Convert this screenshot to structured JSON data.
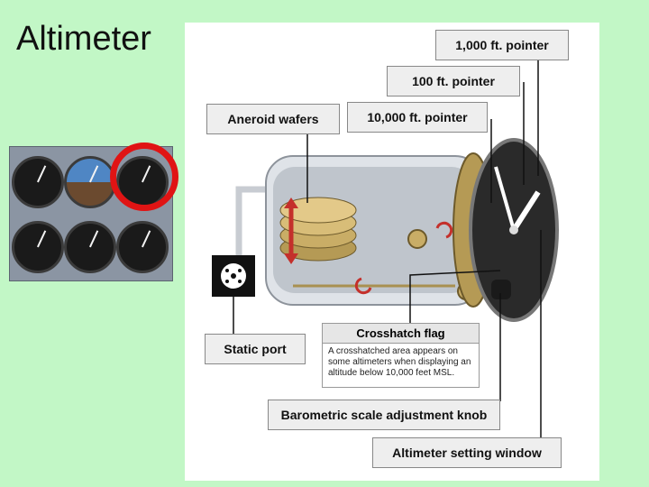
{
  "slide": {
    "title": "Altimeter"
  },
  "labels": {
    "thousand_pointer": "1,000 ft. pointer",
    "hundred_pointer": "100 ft. pointer",
    "ten_thousand_pointer": "10,000 ft. pointer",
    "aneroid_wafers": "Aneroid wafers",
    "static_port": "Static port",
    "crosshatch_flag": "Crosshatch flag",
    "crosshatch_note": "A crosshatched area appears on some altimeters when displaying an altitude below 10,000 feet MSL.",
    "baro_knob": "Barometric scale adjustment knob",
    "setting_window": "Altimeter setting window"
  },
  "colors": {
    "background": "#c2f7c6",
    "highlight": "#e01414",
    "arrow": "#c4302b"
  }
}
